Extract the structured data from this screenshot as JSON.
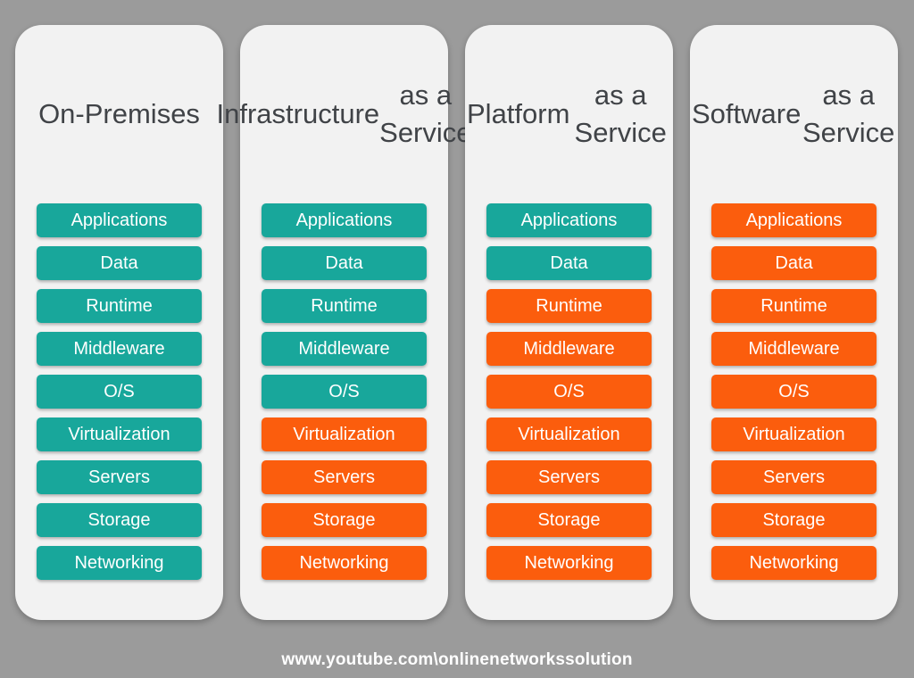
{
  "colors": {
    "background": "#9B9B9B",
    "card_bg": "#F2F2F2",
    "teal": "#18A79B",
    "orange": "#FB5D0D",
    "title_text": "#404347",
    "layer_text": "#FFFFFF"
  },
  "layers": [
    "Applications",
    "Data",
    "Runtime",
    "Middleware",
    "O/S",
    "Virtualization",
    "Servers",
    "Storage",
    "Networking"
  ],
  "columns": [
    {
      "id": "on-premises",
      "title": "On-Premises",
      "title_lines": [
        "On-Premises"
      ],
      "layer_colors": [
        "teal",
        "teal",
        "teal",
        "teal",
        "teal",
        "teal",
        "teal",
        "teal",
        "teal"
      ]
    },
    {
      "id": "infrastructure-as-a-service",
      "title": "Infrastructure as a Service",
      "title_lines": [
        "Infrastructure",
        "as a Service"
      ],
      "layer_colors": [
        "teal",
        "teal",
        "teal",
        "teal",
        "teal",
        "orange",
        "orange",
        "orange",
        "orange"
      ]
    },
    {
      "id": "platform-as-a-service",
      "title": "Platform as a Service",
      "title_lines": [
        "Platform",
        "as a Service"
      ],
      "layer_colors": [
        "teal",
        "teal",
        "orange",
        "orange",
        "orange",
        "orange",
        "orange",
        "orange",
        "orange"
      ]
    },
    {
      "id": "software-as-a-service",
      "title": "Software as a Service",
      "title_lines": [
        "Software",
        "as a Service"
      ],
      "layer_colors": [
        "orange",
        "orange",
        "orange",
        "orange",
        "orange",
        "orange",
        "orange",
        "orange",
        "orange"
      ]
    }
  ],
  "footer": {
    "text": "www.youtube.com\\onlinenetworkssolution"
  }
}
